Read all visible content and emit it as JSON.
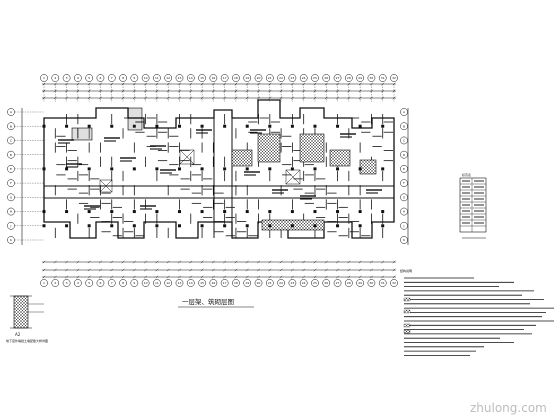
{
  "drawing": {
    "plan_title": "一层架、筑砌层图",
    "detail_label": "A2",
    "detail_caption": "地下室外墙挡土墙配筋大样详图",
    "notes_heading": "结构说明",
    "legend_heading": "标高表",
    "watermark": "zhulong.com"
  },
  "colors": {
    "ink": "#111111",
    "hatch": "#444444",
    "paper": "#ffffff",
    "watermark": "#bdbdbd"
  },
  "axes": {
    "columns": [
      "1",
      "2",
      "3",
      "4",
      "5",
      "6",
      "7",
      "8",
      "9",
      "10",
      "11",
      "12",
      "13",
      "14",
      "15",
      "16",
      "17",
      "18",
      "19",
      "20",
      "21",
      "22",
      "23",
      "24",
      "25",
      "26",
      "27",
      "28",
      "29",
      "30",
      "31",
      "32"
    ],
    "rows": [
      "A",
      "B",
      "C",
      "D",
      "E",
      "F",
      "G",
      "H",
      "J",
      "K"
    ]
  }
}
